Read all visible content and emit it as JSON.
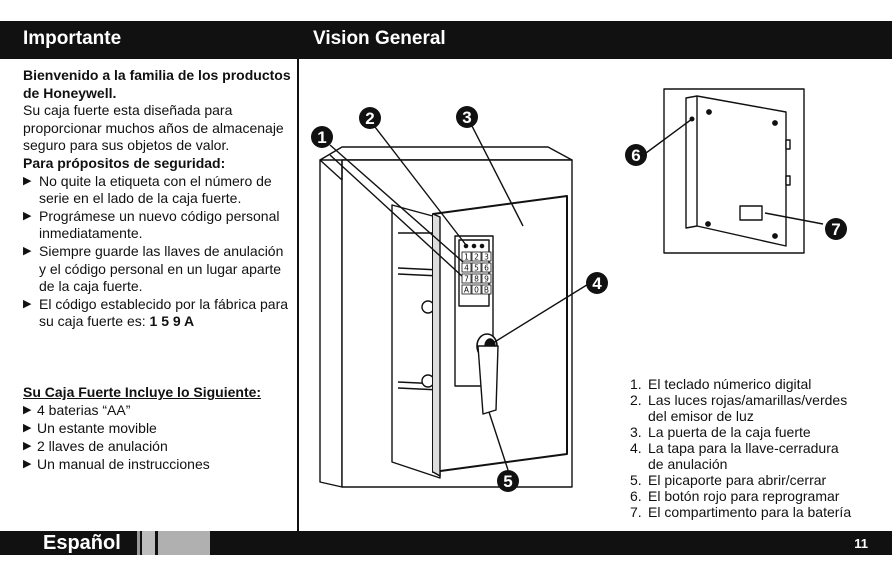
{
  "header": {
    "left_title": "Importante",
    "right_title": "Vision General"
  },
  "intro": {
    "welcome_bold": "Bienvenido a la familia de los productos de Honeywell.",
    "welcome_text": "Su caja fuerte esta diseñada para proporcionar muchos años de almacenaje seguro para sus objetos de valor.",
    "safety_title": "Para própositos de seguridad:",
    "bullets": [
      "No quite la etiqueta con el número de serie en el lado de la caja fuerte.",
      "Prográmese un nuevo código personal inmediatamente.",
      "Siempre guarde las llaves de anulación y el código personal en un lugar aparte de la caja fuerte."
    ],
    "factory_code_prefix": "El código establecido por la fábrica para su caja fuerte es:",
    "factory_code": "1 5 9 A"
  },
  "includes": {
    "title": "Su Caja Fuerte Incluye lo Siguiente:",
    "items": [
      "4 baterias “AA”",
      "Un estante movible",
      "2 llaves de anulación",
      "Un manual de instrucciones"
    ]
  },
  "figure": {
    "callouts": [
      "1",
      "2",
      "3",
      "4",
      "5",
      "6",
      "7"
    ],
    "keypad_keys": [
      "1",
      "2",
      "3",
      "4",
      "5",
      "6",
      "7",
      "8",
      "9",
      "A",
      "0",
      "B"
    ]
  },
  "legend": [
    {
      "num": "1.",
      "text": "El teclado númerico digital"
    },
    {
      "num": "2.",
      "text": "Las luces rojas/amarillas/verdes"
    },
    {
      "num": "",
      "text": "del emisor de luz"
    },
    {
      "num": "3.",
      "text": "La puerta de la caja fuerte"
    },
    {
      "num": "4.",
      "text": "La tapa para la llave-cerradura"
    },
    {
      "num": "",
      "text": "de anulación"
    },
    {
      "num": "5.",
      "text": "El picaporte para abrir/cerrar"
    },
    {
      "num": "6.",
      "text": "El botón rojo para reprogramar"
    },
    {
      "num": "7.",
      "text": "El compartimento para la batería"
    }
  ],
  "footer": {
    "language": "Español",
    "page": "11"
  },
  "colors": {
    "bar": "#111111",
    "paper": "#ffffff",
    "gray_tab": "#b0b0b0"
  }
}
